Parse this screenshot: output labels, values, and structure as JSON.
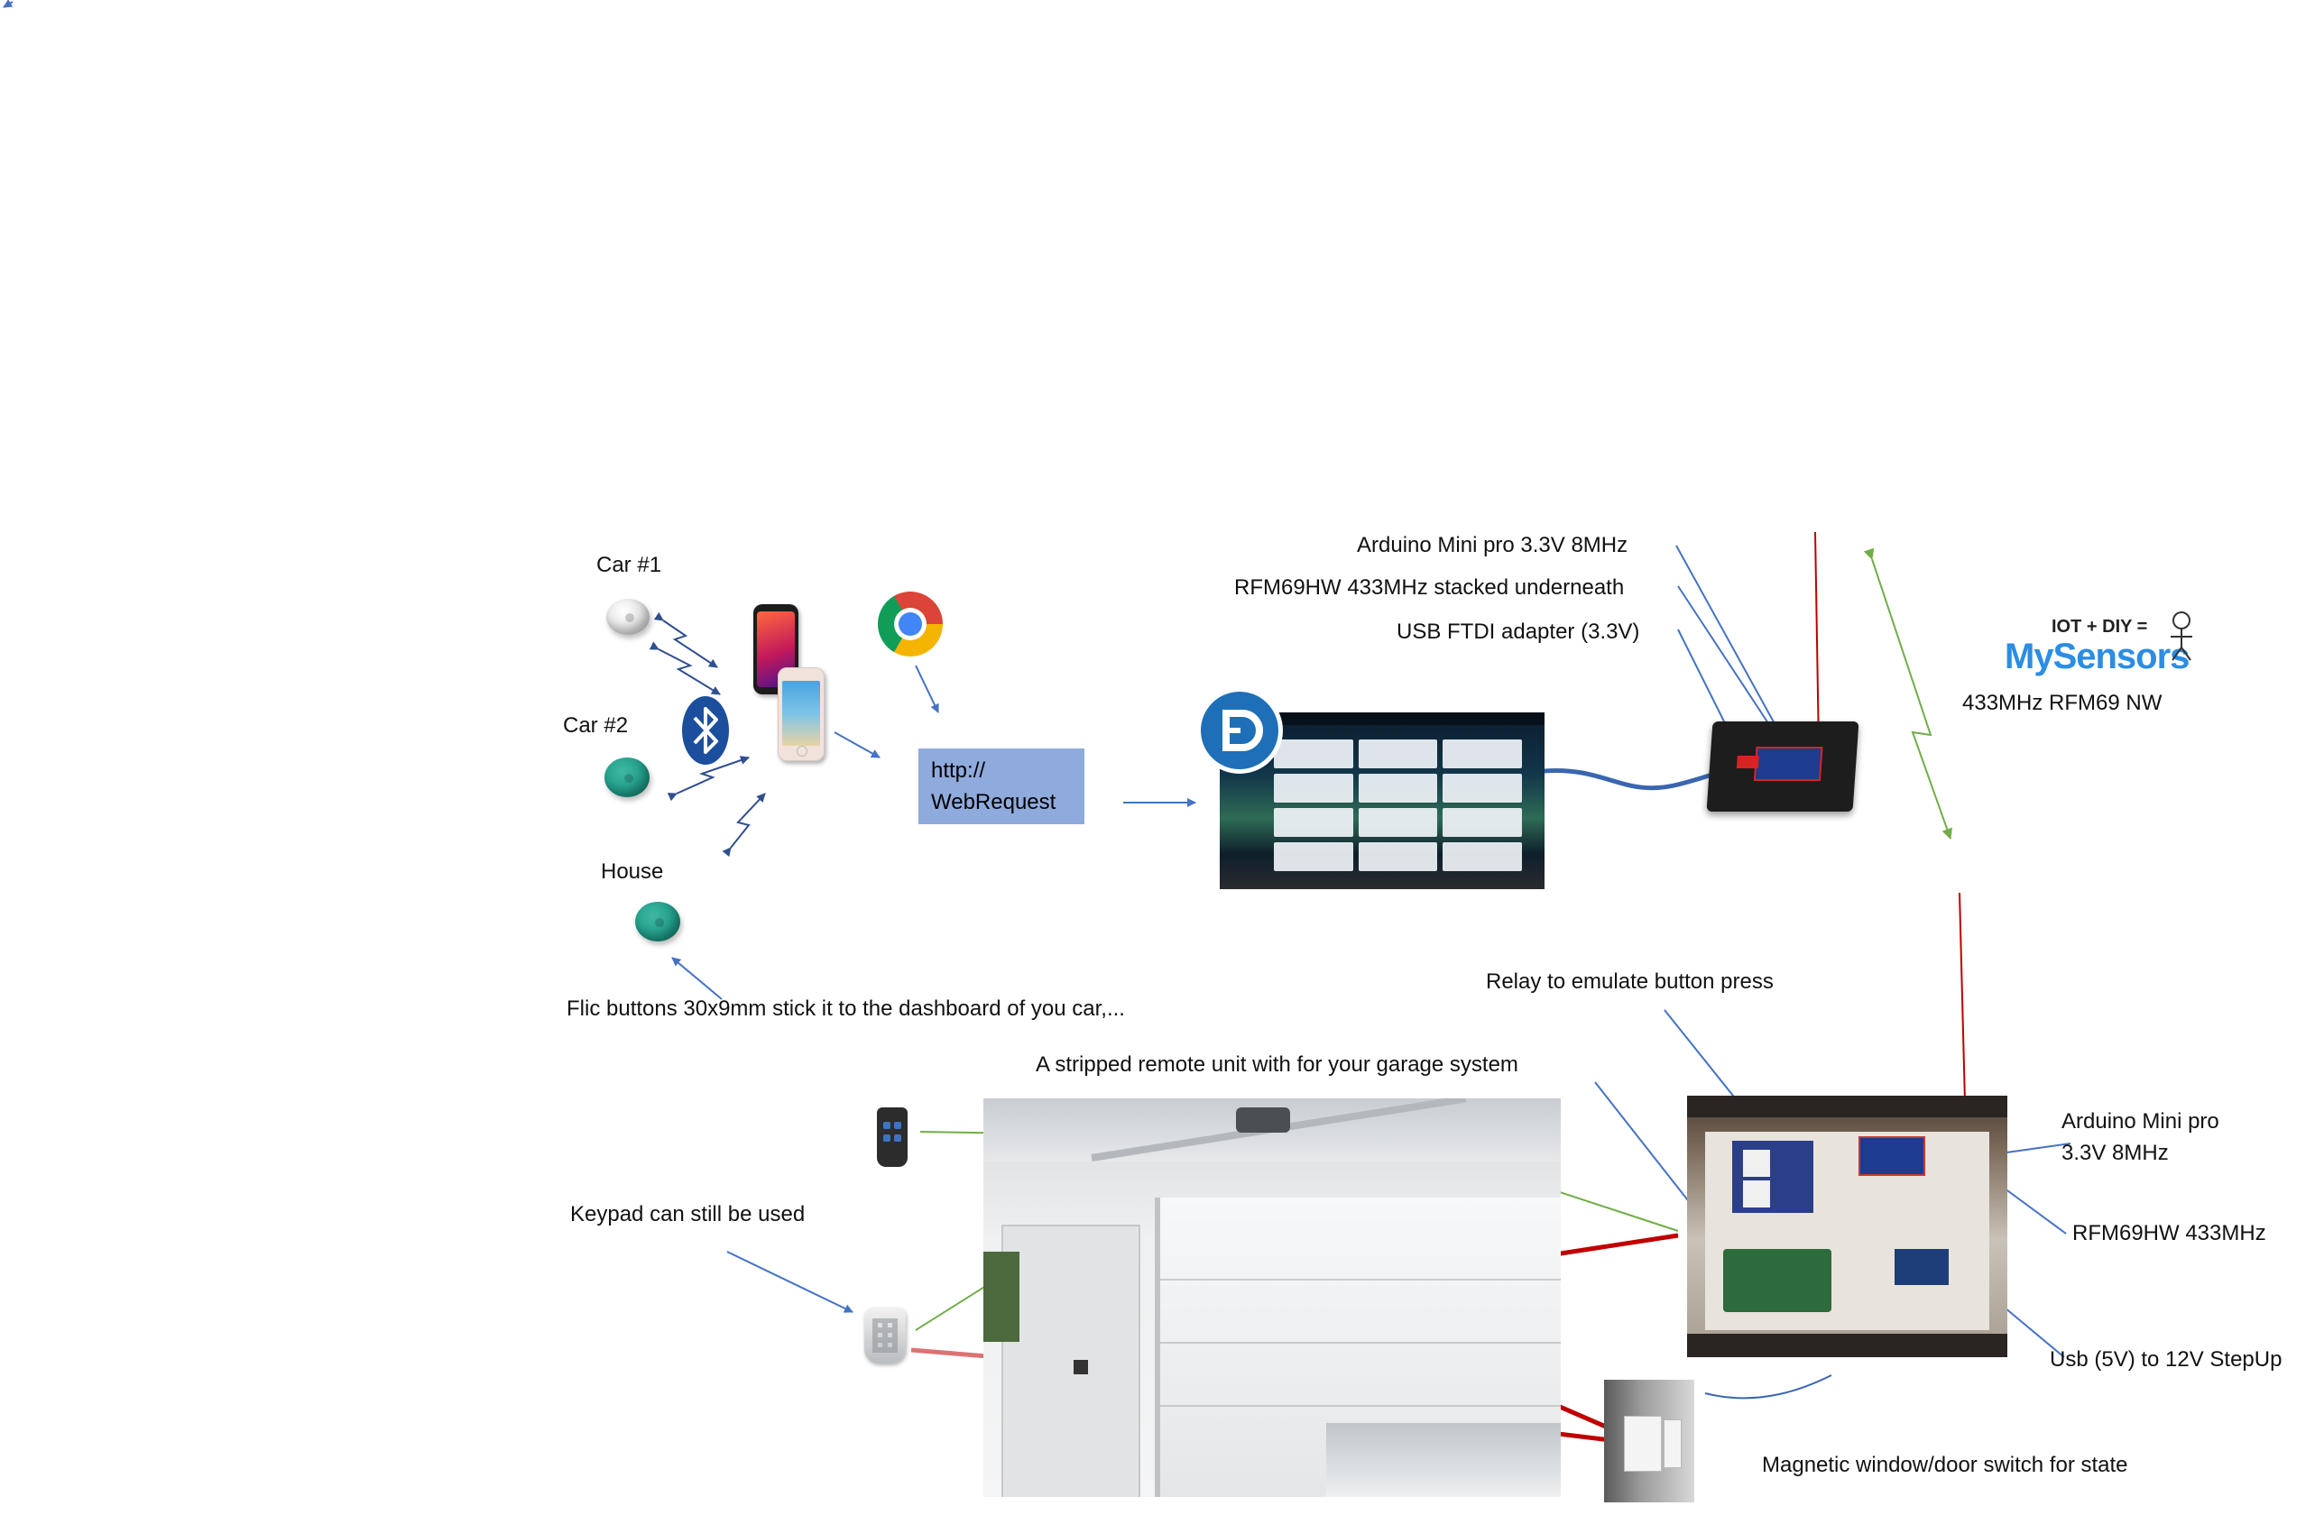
{
  "labels": {
    "car1": "Car #1",
    "car2": "Car #2",
    "house": "House",
    "flic_note": "Flic buttons 30x9mm stick it to the dashboard of you car,...",
    "webrequest_line1": "http://",
    "webrequest_line2": "WebRequest",
    "gateway_arduino": "Arduino Mini pro 3.3V 8MHz",
    "gateway_rfm": "RFM69HW 433MHz stacked underneath",
    "gateway_usb": "USB FTDI adapter (3.3V)",
    "mysensors_top": "IOT + DIY =",
    "mysensors_logo": "MySensors",
    "network": "433MHz RFM69 NW",
    "relay": "Relay to emulate button press",
    "remote_unit": "A stripped remote unit with for your garage system",
    "keypad": "Keypad can still be used",
    "node_arduino_line1": "Arduino Mini pro",
    "node_arduino_line2": "3.3V 8MHz",
    "node_rfm": "RFM69HW 433MHz",
    "stepup": "Usb (5V) to 12V StepUp",
    "magnetic": "Magnetic window/door switch for state"
  },
  "icons": {
    "bluetooth": "bluetooth-icon",
    "chrome": "chrome-browser-icon",
    "domoticz": "domoticz-logo",
    "remote": "garage-remote-icon",
    "keypad": "keypad-icon"
  },
  "colors": {
    "arrow": "#4472c4",
    "wireless": "#70ad47",
    "wire": "#c00000",
    "webrequest_box": "#8faadc",
    "bluetooth": "#1c4e9e",
    "mysensors": "#2b8de3"
  }
}
